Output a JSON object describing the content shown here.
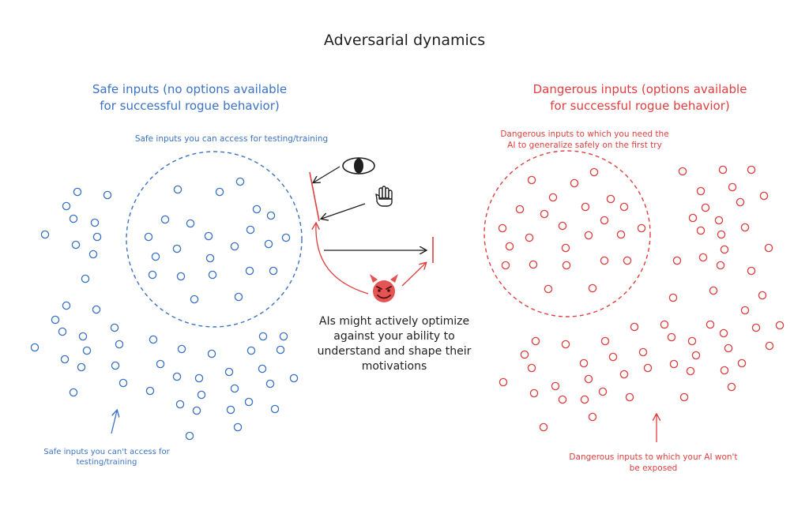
{
  "title": "Adversarial dynamics",
  "safe": {
    "heading_line1": "Safe inputs (no options available",
    "heading_line2": "for successful rogue behavior)",
    "accessible_label": "Safe inputs you can access for testing/training",
    "inaccessible_label_line1": "Safe inputs you can't access for",
    "inaccessible_label_line2": "testing/training"
  },
  "dangerous": {
    "heading_line1": "Dangerous inputs (options available",
    "heading_line2": "for successful rogue behavior)",
    "first_try_label_line1": "Dangerous inputs to which you need the",
    "first_try_label_line2": "AI to generalize safely on the first try",
    "unexposed_label_line1": "Dangerous inputs to which your AI won't",
    "unexposed_label_line2": "be exposed"
  },
  "center": {
    "ai_text_line1": "AIs might actively optimize",
    "ai_text_line2": "against your ability to",
    "ai_text_line3": "understand and shape their",
    "ai_text_line4": "motivations",
    "icons": [
      "eye-icon",
      "hand-icon",
      "devil-face-icon"
    ]
  },
  "colors": {
    "safe": "#3a72c4",
    "dangerous": "#e03e3e",
    "text": "#1f1f1f",
    "arrow_dark": "#1f1f1f"
  }
}
